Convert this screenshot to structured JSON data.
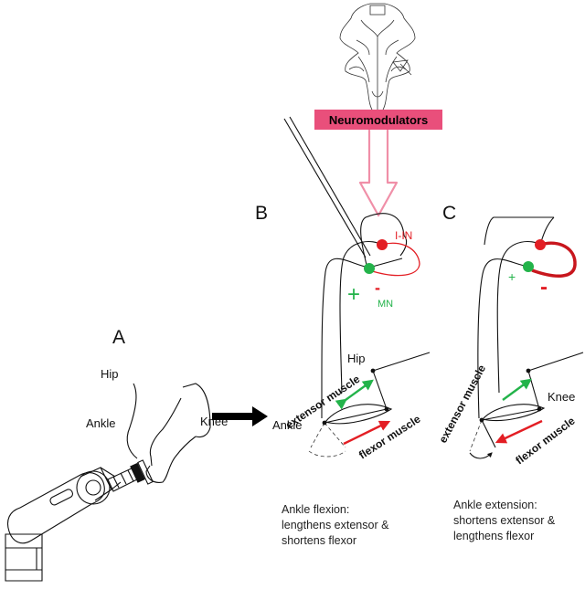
{
  "colors": {
    "neuromodulator_box": "#e94f7b",
    "neuromodulator_arrow": "#f08fa8",
    "interneuron": "#e31e24",
    "motoneuron": "#23b34a",
    "extensor_arrow": "#23b34a",
    "flexor_arrow": "#e31e24",
    "ink": "#111111"
  },
  "top": {
    "neuromodulators_label": "Neuromodulators"
  },
  "panel_a": {
    "letter": "A",
    "hip": "Hip",
    "ankle": "Ankle",
    "knee": "Knee"
  },
  "panel_b": {
    "letter": "B",
    "iin": "I-IN",
    "mn": "MN",
    "plus": "+",
    "minus": "-",
    "hip": "Hip",
    "ankle": "Ankle",
    "extensor": "extensor muscle",
    "flexor": "flexor muscle",
    "caption": [
      "Ankle flexion:",
      "lengthens extensor &",
      "shortens flexor"
    ]
  },
  "panel_c": {
    "letter": "C",
    "plus": "+",
    "minus": "-",
    "knee": "Knee",
    "extensor": "extensor muscle",
    "flexor": "flexor muscle",
    "caption": [
      "Ankle extension:",
      "shortens extensor &",
      "lengthens flexor"
    ]
  }
}
